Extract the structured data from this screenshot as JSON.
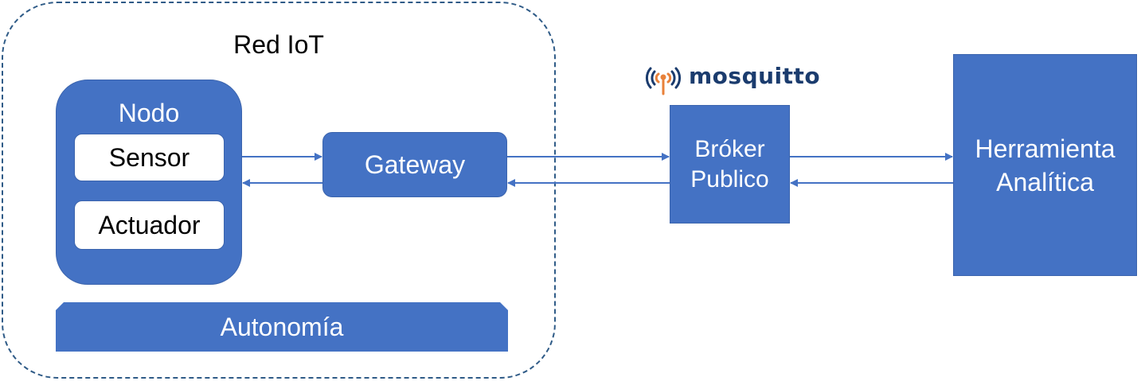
{
  "diagram": {
    "group": {
      "title": "Red IoT"
    },
    "node": {
      "title": "Nodo",
      "sensor": "Sensor",
      "actuator": "Actuador"
    },
    "gateway": "Gateway",
    "autonomy": "Autonomía",
    "broker": {
      "line1": "Bróker",
      "line2": "Publico"
    },
    "analytics": {
      "line1": "Herramienta",
      "line2": "Analítica"
    },
    "logo": {
      "text": "mosquitto",
      "icon": "mosquitto-signal-icon"
    }
  },
  "colors": {
    "box_fill": "#4472c4",
    "box_text": "#ffffff",
    "dashed_border": "#2f5b87",
    "arrow": "#4472c4",
    "logo_text": "#1b3c6e",
    "logo_accent": "#e8813a"
  }
}
